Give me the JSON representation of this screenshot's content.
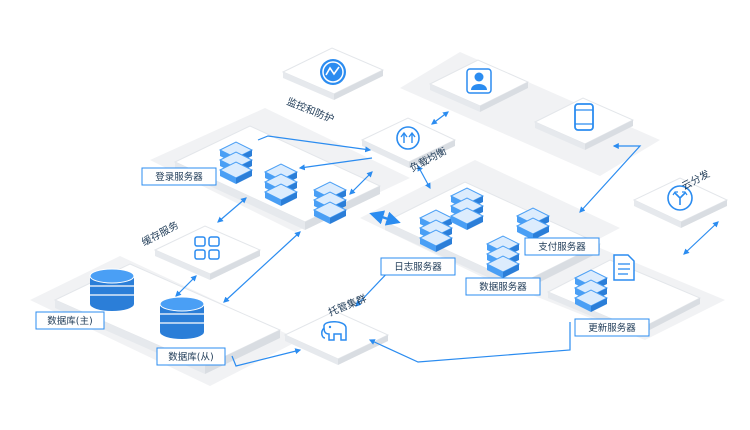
{
  "labels": {
    "monitor": "监控和防护",
    "load_balance": "负载均衡",
    "cloud_dist": "云分发",
    "login_server": "登录服务器",
    "cache_service": "缓存服务",
    "log_server": "日志服务器",
    "pay_server": "支付服务器",
    "data_server": "数据服务器",
    "update_server": "更新服务器",
    "db_master": "数据库(主)",
    "db_slave": "数据库(从)",
    "hosting_cluster": "托管集群"
  },
  "icons": {
    "monitor": "speedometer-icon",
    "load_balance": "load-balancer-icon",
    "user": "user-icon",
    "mobile": "mobile-phone-icon",
    "cloud_dist": "branch-distribution-icon",
    "cache": "grid-blocks-icon",
    "hosting": "elephant-icon",
    "update": "document-icon"
  },
  "colors": {
    "accent": "#2b8cf0",
    "server_face": "#4a9ff5",
    "server_light": "#dcecfd",
    "platform_shade": "#eef0f2",
    "connector": "#2b8cf0"
  }
}
